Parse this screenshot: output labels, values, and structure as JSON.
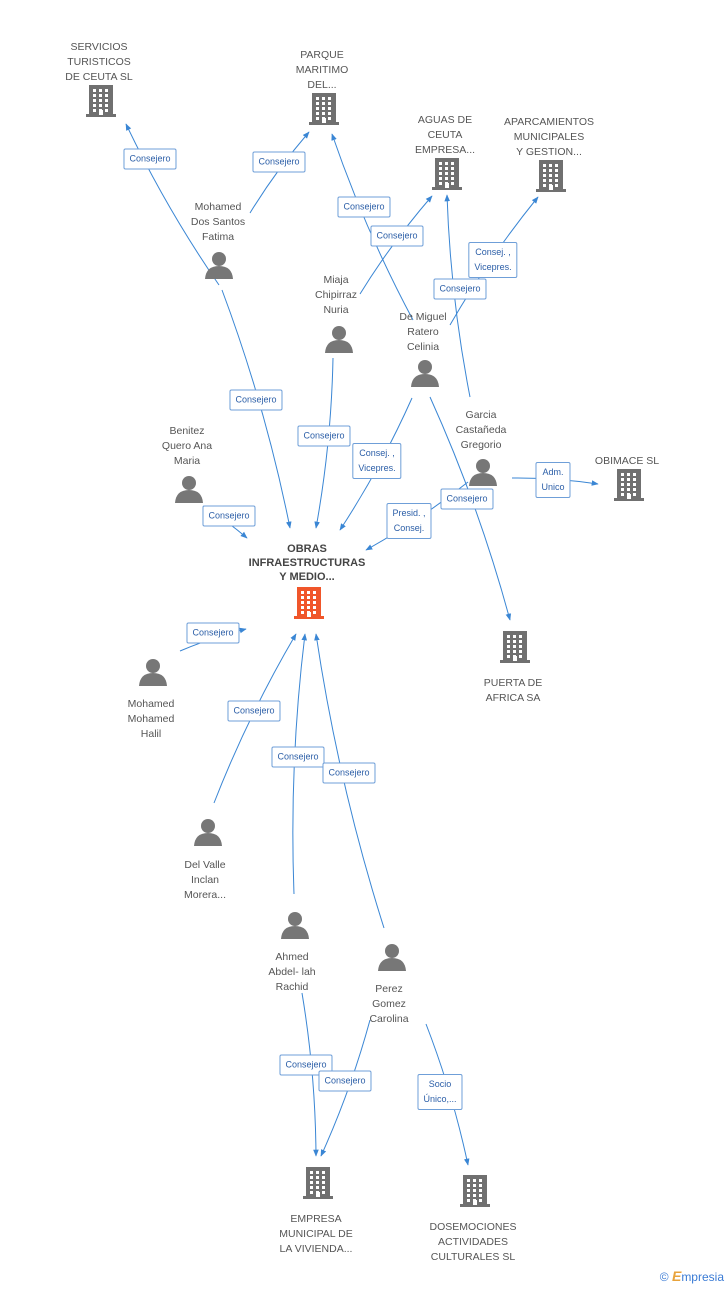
{
  "colors": {
    "person": "#777777",
    "company": "#707070",
    "center": "#f0562a",
    "edge": "#3a86d4",
    "label_text": "#2b5ea7"
  },
  "center_label": "OBRAS\nINFRAESTRUCTURAS\nY MEDIO...",
  "companies": [
    {
      "name": "SERVICIOS\nTURISTICOS\nDE CEUTA SL"
    },
    {
      "name": "PARQUE\nMARITIMO\nDEL..."
    },
    {
      "name": "AGUAS DE\nCEUTA\nEMPRESA..."
    },
    {
      "name": "APARCAMIENTOS\nMUNICIPALES\nY GESTION..."
    },
    {
      "name": "OBIMACE SL"
    },
    {
      "name": "PUERTA DE\nAFRICA SA"
    },
    {
      "name": "EMPRESA\nMUNICIPAL DE\nLA VIVIENDA..."
    },
    {
      "name": "DOSEMOCIONES\nACTIVIDADES\nCULTURALES SL"
    }
  ],
  "persons": [
    {
      "name": "Mohamed\nDos Santos\nFatima"
    },
    {
      "name": "Miaja\nChipirraz\nNuria"
    },
    {
      "name": "De Miguel\nRatero\nCelinia"
    },
    {
      "name": "Garcia\nCastañeda\nGregorio"
    },
    {
      "name": "Benitez\nQuero Ana\nMaria"
    },
    {
      "name": "Mohamed\nMohamed\nHalil"
    },
    {
      "name": "Del Valle\nInclan\nMorera..."
    },
    {
      "name": "Ahmed\nAbdel- lah\nRachid"
    },
    {
      "name": "Perez\nGomez\nCarolina"
    }
  ],
  "edge_labels": [
    "Consejero",
    "Consejero",
    "Consejero",
    "Consejero",
    "Consejero",
    "Consej. ,\nVicepres.",
    "Consejero",
    "Consejero",
    "Consejero",
    "Consej. ,\nVicepres.",
    "Presid. ,\nConsej.",
    "Consejero",
    "Adm.\nUnico",
    "Consejero",
    "Consejero",
    "Consejero",
    "Consejero",
    "Consejero",
    "Consejero",
    "Socio\nÚnico,..."
  ],
  "footer": {
    "copyright": "©",
    "brand_initial": "E",
    "brand_rest": "mpresia"
  }
}
